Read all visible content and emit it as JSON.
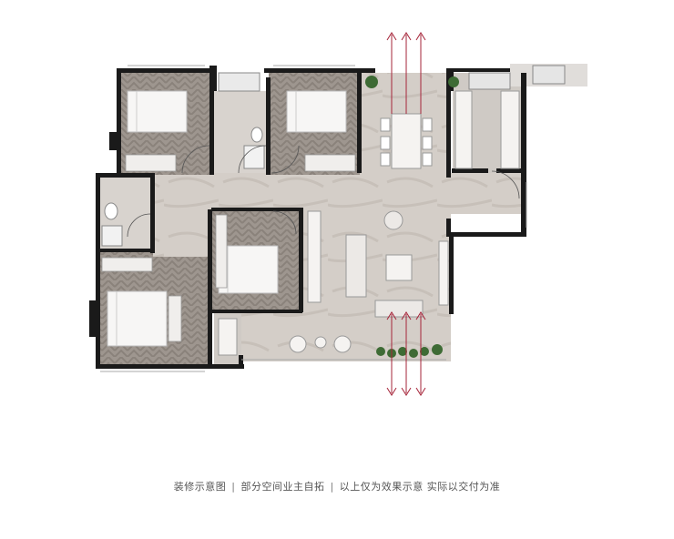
{
  "caption": {
    "part1": "装修示意图",
    "separator": "|",
    "part2": "部分空间业主自拓",
    "part3": "以上仅为效果示意 实际以交付为准"
  },
  "colors": {
    "wall": "#1a1a1a",
    "floor_stone": "#d3cdc7",
    "floor_wood": "#9a928c",
    "cabinet": "#f5f3f1",
    "arrow": "#a6253a",
    "plant": "#3e6b35"
  },
  "icons": [
    "ventilation-arrow-icon",
    "plant-icon",
    "bed-icon",
    "toilet-icon",
    "sink-icon",
    "sofa-icon",
    "chair-icon",
    "door-swing-icon"
  ]
}
